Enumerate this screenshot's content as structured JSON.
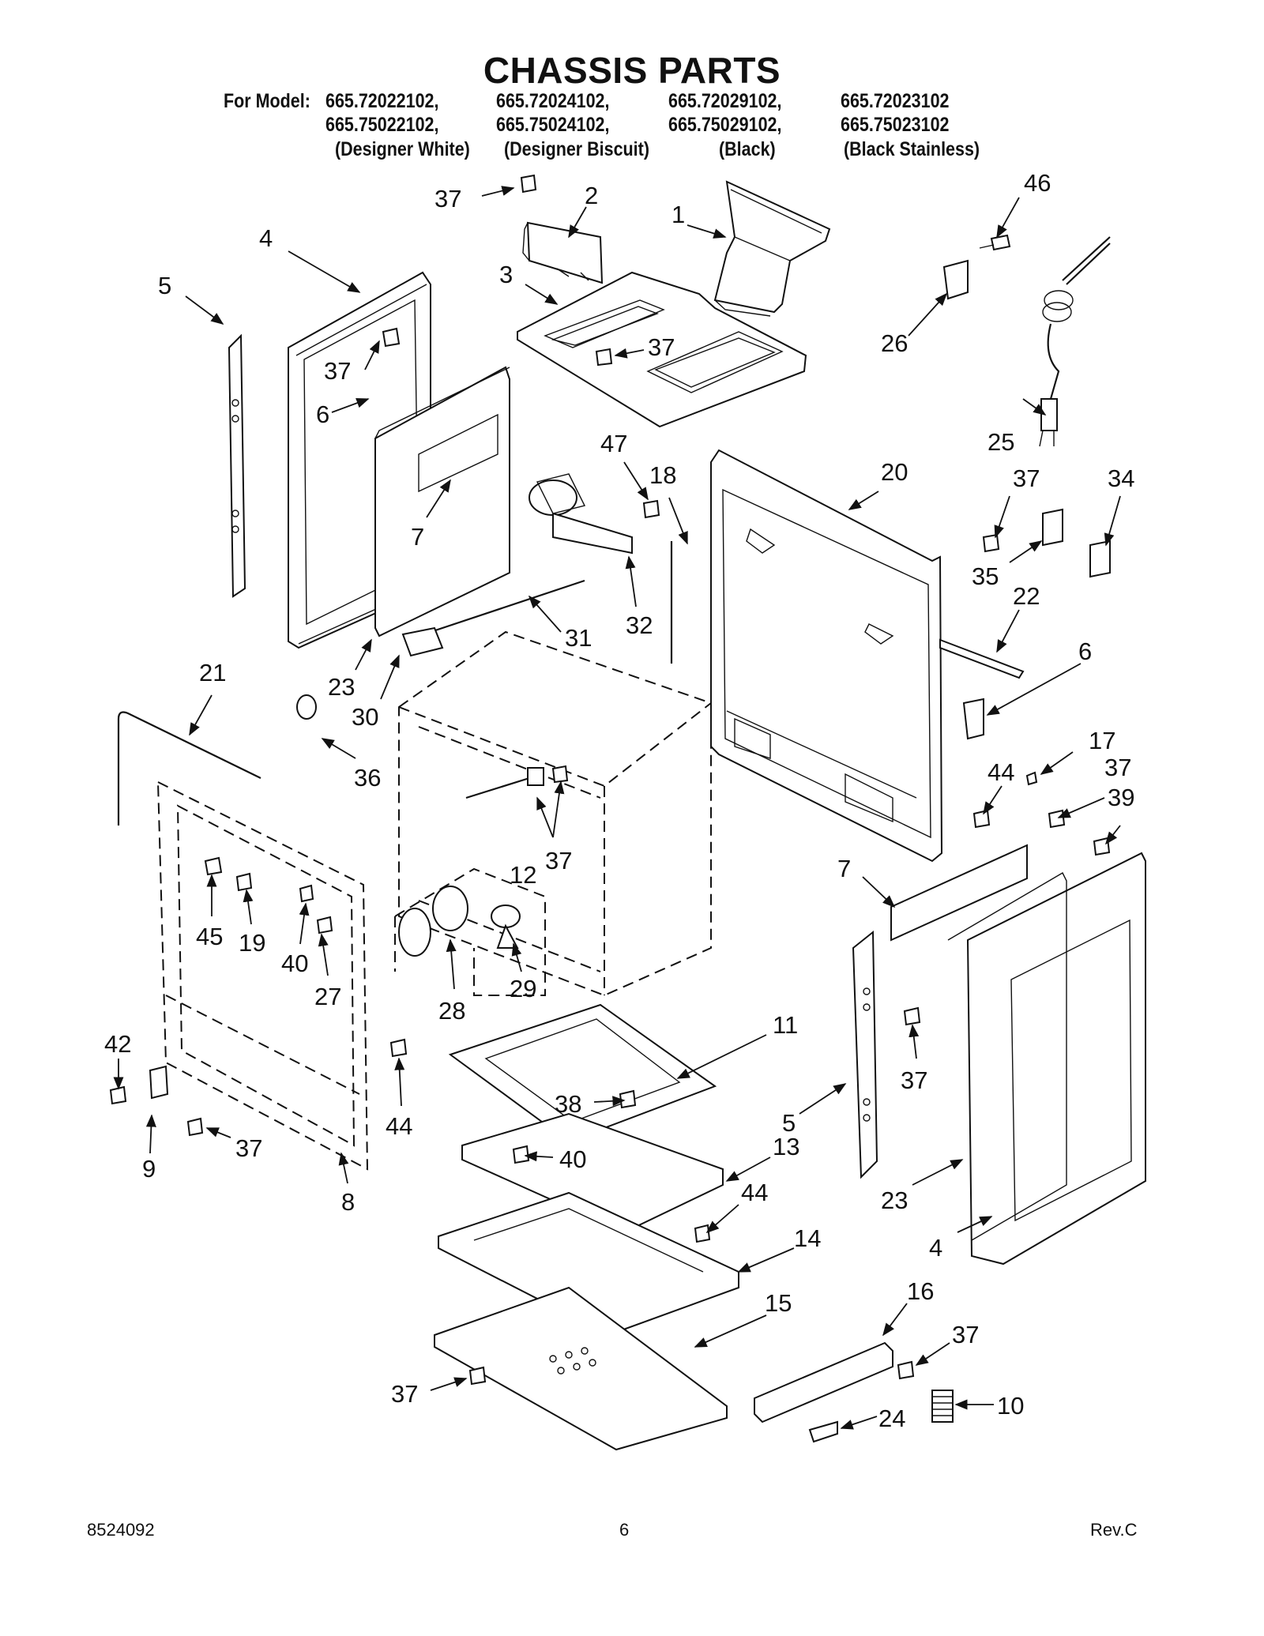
{
  "header": {
    "title": "CHASSIS PARTS",
    "model_prefix": "For Model:",
    "models_row1": [
      "665.72022102,",
      "665.72024102,",
      "665.72029102,",
      "665.72023102"
    ],
    "models_row2": [
      "665.75022102,",
      "665.75024102,",
      "665.75029102,",
      "665.75023102"
    ],
    "finishes": [
      "(Designer White)",
      "(Designer Biscuit)",
      "(Black)",
      "(Black Stainless)"
    ]
  },
  "callouts": [
    "37",
    "2",
    "1",
    "46",
    "4",
    "3",
    "5",
    "37",
    "26",
    "6",
    "37",
    "25",
    "47",
    "18",
    "20",
    "37",
    "34",
    "7",
    "35",
    "22",
    "31",
    "32",
    "23",
    "6",
    "21",
    "30",
    "36",
    "44",
    "17",
    "37",
    "39",
    "37",
    "12",
    "7",
    "45",
    "19",
    "40",
    "27",
    "28",
    "29",
    "11",
    "42",
    "37",
    "44",
    "38",
    "5",
    "37",
    "9",
    "40",
    "13",
    "8",
    "44",
    "23",
    "14",
    "4",
    "16",
    "15",
    "37",
    "37",
    "24",
    "10"
  ],
  "footer": {
    "doc_number": "8524092",
    "page_number": "6",
    "revision": "Rev.C"
  }
}
